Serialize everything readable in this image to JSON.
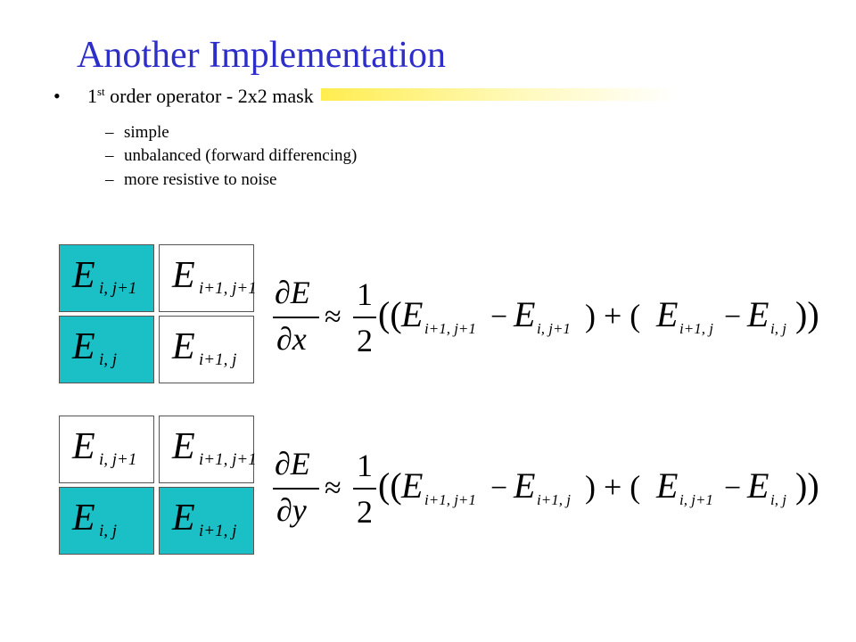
{
  "slide": {
    "title": "Another Implementation",
    "bullet": {
      "symbol": "•",
      "ordinal_number": "1",
      "ordinal_suffix": "st",
      "rest": " order operator - 2x2 mask"
    },
    "sub_items": [
      {
        "dash": "–",
        "text": "simple"
      },
      {
        "dash": "–",
        "text": "unbalanced (forward differencing)"
      },
      {
        "dash": "–",
        "text": "more resistive to noise"
      }
    ]
  },
  "masks": {
    "colors": {
      "teal": "#1bbfc6",
      "white": "#ffffff",
      "title": "#2e2ec9"
    },
    "x_mask": {
      "top_left": {
        "base": "E",
        "sub": "i, j+1",
        "color": "teal"
      },
      "top_right": {
        "base": "E",
        "sub": "i+1, j+1",
        "color": "white"
      },
      "bottom_left": {
        "base": "E",
        "sub": "i, j",
        "color": "teal"
      },
      "bottom_right": {
        "base": "E",
        "sub": "i+1, j",
        "color": "white"
      }
    },
    "y_mask": {
      "top_left": {
        "base": "E",
        "sub": "i, j+1",
        "color": "white"
      },
      "top_right": {
        "base": "E",
        "sub": "i+1, j+1",
        "color": "white"
      },
      "bottom_left": {
        "base": "E",
        "sub": "i, j",
        "color": "teal"
      },
      "bottom_right": {
        "base": "E",
        "sub": "i+1, j",
        "color": "teal"
      }
    }
  },
  "equations": {
    "x": {
      "num": "∂E",
      "den": "∂x",
      "approx": "≈",
      "half_num": "1",
      "half_den": "2",
      "open": "((",
      "a_sub": "i+1, j+1",
      "minus": "−",
      "b_sub": "i, j+1",
      "mid": ") + (",
      "c_sub": "i+1, j",
      "d_sub": "i, j",
      "close": "))",
      "E": "E"
    },
    "y": {
      "num": "∂E",
      "den": "∂y",
      "approx": "≈",
      "half_num": "1",
      "half_den": "2",
      "open": "((",
      "a_sub": "i+1, j+1",
      "minus": "−",
      "b_sub": "i+1, j",
      "mid": ") + (",
      "c_sub": "i, j+1",
      "d_sub": "i, j",
      "close": "))",
      "E": "E"
    }
  }
}
